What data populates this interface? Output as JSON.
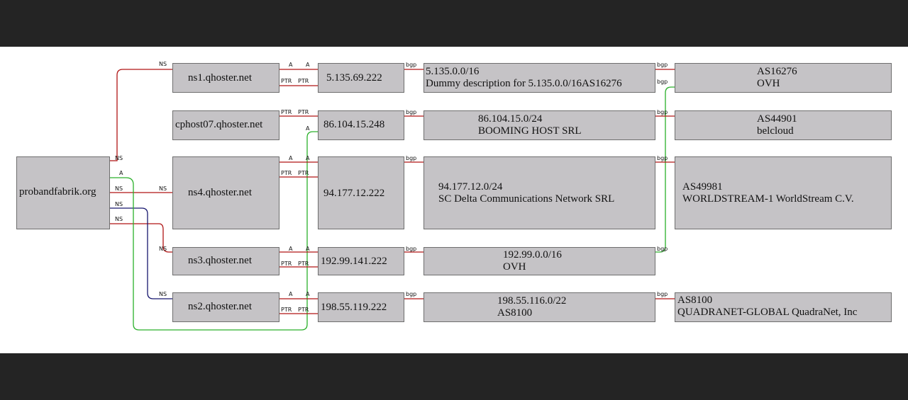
{
  "colors": {
    "background": "#ffffff",
    "frame": "#242424",
    "node_fill": "#c5c3c6",
    "node_border": "#6e6e6e",
    "edge_red": "#b01515",
    "edge_green": "#2ab02a",
    "edge_blue": "#16166e"
  },
  "nodes": {
    "domain": {
      "lines": [
        "probandfabrik.org"
      ]
    },
    "ns1": {
      "lines": [
        "ns1.qhoster.net"
      ]
    },
    "cphost": {
      "lines": [
        "cphost07.qhoster.net"
      ]
    },
    "ns4": {
      "lines": [
        "ns4.qhoster.net"
      ]
    },
    "ns3": {
      "lines": [
        "ns3.qhoster.net"
      ]
    },
    "ns2": {
      "lines": [
        "ns2.qhoster.net"
      ]
    },
    "ip1": {
      "lines": [
        "5.135.69.222"
      ]
    },
    "ip2": {
      "lines": [
        "86.104.15.248"
      ]
    },
    "ip3": {
      "lines": [
        "94.177.12.222"
      ]
    },
    "ip4": {
      "lines": [
        "192.99.141.222"
      ]
    },
    "ip5": {
      "lines": [
        "198.55.119.222"
      ]
    },
    "pfx1": {
      "lines": [
        "5.135.0.0/16",
        "Dummy description for 5.135.0.0/16AS16276"
      ]
    },
    "pfx2": {
      "lines": [
        "86.104.15.0/24",
        "BOOMING HOST SRL"
      ]
    },
    "pfx3": {
      "lines": [
        "94.177.12.0/24",
        "SC Delta Communications Network SRL"
      ]
    },
    "pfx4": {
      "lines": [
        "192.99.0.0/16",
        "OVH"
      ]
    },
    "pfx5": {
      "lines": [
        "198.55.116.0/22",
        "AS8100"
      ]
    },
    "as1": {
      "lines": [
        "AS16276",
        "OVH"
      ]
    },
    "as2": {
      "lines": [
        "AS44901",
        "belcloud"
      ]
    },
    "as3": {
      "lines": [
        "AS49981",
        "WORLDSTREAM-1 WorldStream C.V."
      ]
    },
    "as4": {
      "lines": [
        "AS8100",
        "QUADRANET-GLOBAL QuadraNet, Inc"
      ]
    }
  },
  "edge_labels": {
    "ns": "NS",
    "a": "A",
    "ptr": "PTR",
    "bgp": "bgp"
  }
}
